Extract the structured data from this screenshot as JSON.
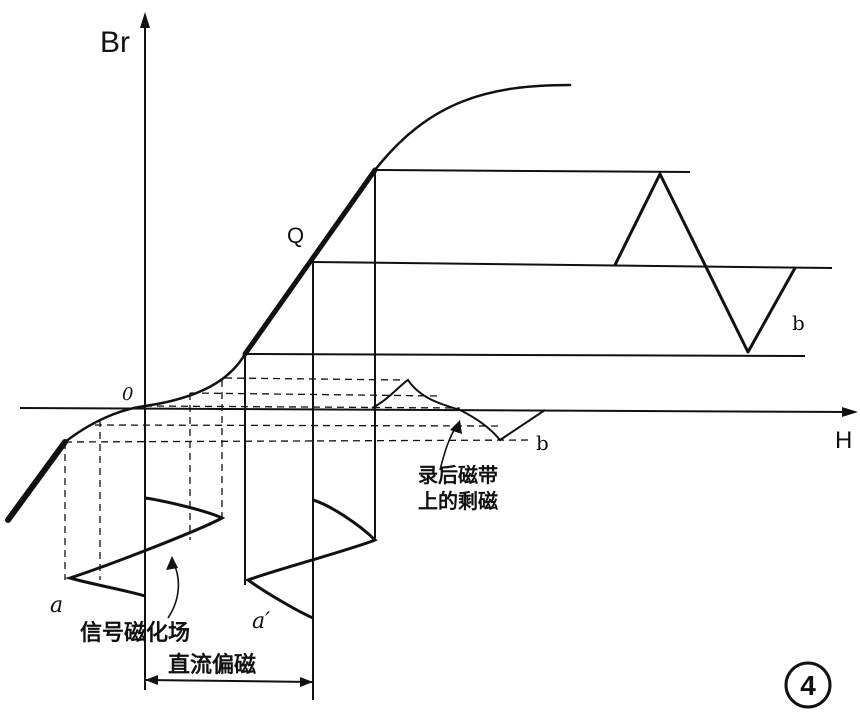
{
  "axes": {
    "y_label": "Br",
    "x_label": "H",
    "origin_label": "0"
  },
  "points": {
    "operating_point": "Q",
    "signal_a": "a",
    "signal_a_prime": "a′",
    "output_b_top": "b",
    "output_b_bottom": "b"
  },
  "annotations": {
    "signal_field": "信号磁化场",
    "bias_field": "直流偏磁",
    "residual_line1": "录后磁带",
    "residual_line2": "上的剩磁"
  },
  "figure_number": "4"
}
